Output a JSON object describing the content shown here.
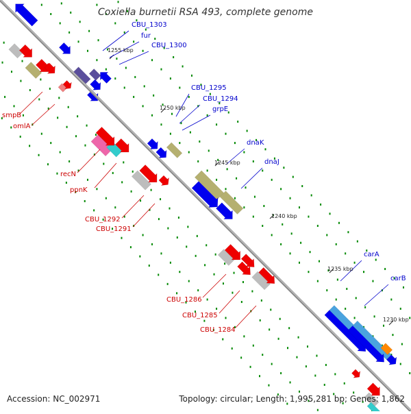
{
  "title": "Coxiella burnetii RSA 493, complete genome",
  "footer": {
    "accession": "Accession: NC_002971",
    "summary": "Topology: circular; Length: 1,995,281 bp; Genes: 1,862"
  },
  "ticks": [
    "1255 kbp",
    "1250 kbp",
    "1245 kbp",
    "1240 kbp",
    "1235 kbp",
    "1230 kbp"
  ],
  "gene_labels_upper": [
    "CBU_1303",
    "fur",
    "CBU_1300",
    "CBU_1295",
    "CBU_1294",
    "grpE",
    "dnaK",
    "dnaJ",
    "carA",
    "carB"
  ],
  "gene_labels_lower": [
    "smpB",
    "omlA",
    "recN",
    "ppnK",
    "CBU_1292",
    "CBU_1291",
    "CBU_1286",
    "CBU_1285",
    "CBU_1284"
  ],
  "colors": {
    "upper_label": "#0000cc",
    "lower_label": "#cc0000",
    "backbone": "#8c8c8c",
    "dots": "#008800",
    "gene_blue": "#0000ee",
    "gene_red": "#ee0000",
    "gene_olive": "#b5b070",
    "gene_grey": "#bdbdbd",
    "gene_purple": "#5a4e9c",
    "gene_pink": "#ee66aa",
    "gene_cyan": "#33cccc",
    "gene_lightblue": "#4aa3df",
    "gene_orange": "#ff8800"
  }
}
